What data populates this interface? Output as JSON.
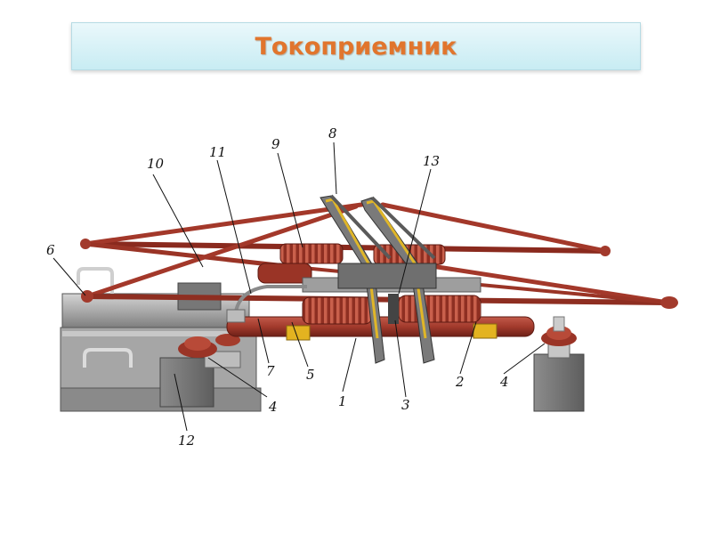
{
  "title": "Токоприемник",
  "callouts": [
    "1",
    "2",
    "3",
    "4",
    "4",
    "5",
    "6",
    "7",
    "8",
    "9",
    "10",
    "11",
    "12",
    "13"
  ]
}
